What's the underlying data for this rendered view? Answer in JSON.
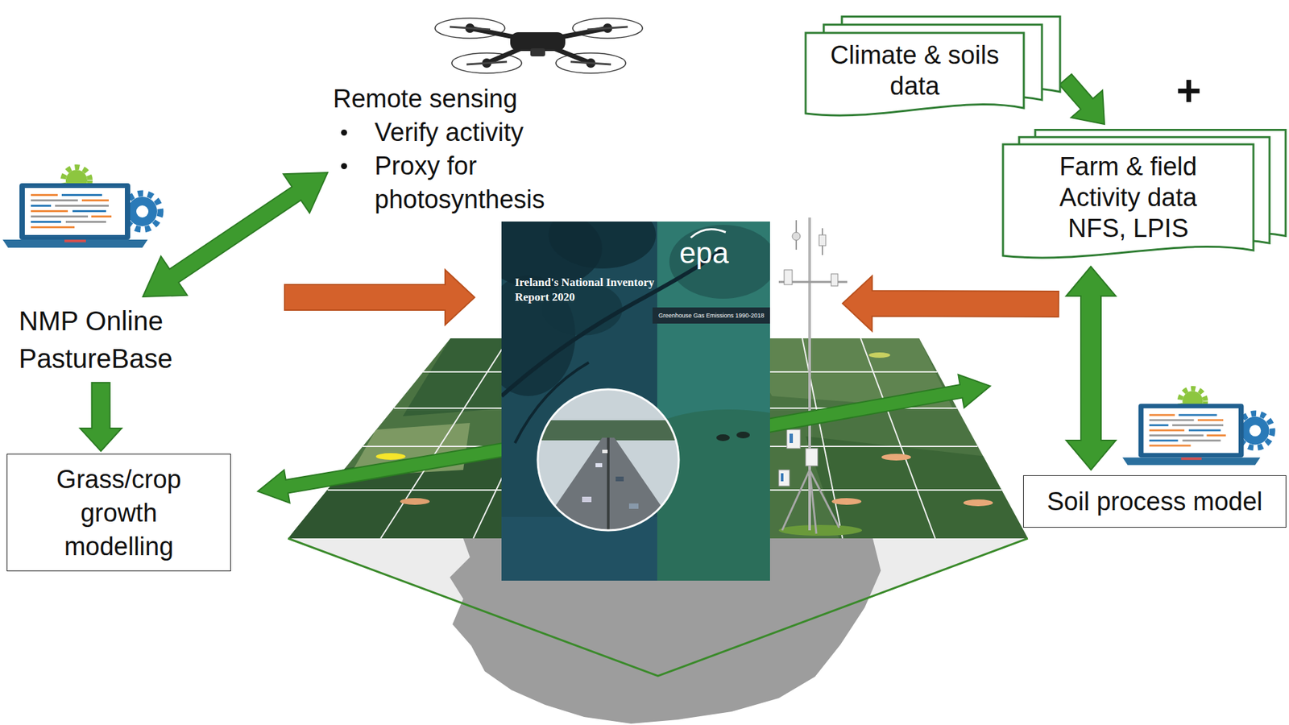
{
  "diagram": {
    "nodes": [
      {
        "text": [
          "Remote sensing",
          "Verify activity",
          "Proxy for photosynthesis"
        ]
      },
      {
        "text": [
          "Climate & soils data"
        ]
      },
      {
        "text": [
          "Farm & field Activity data",
          "NFS, LPIS"
        ]
      },
      {
        "text": [
          "NMP Online PastureBase"
        ]
      },
      {
        "text": [
          "Grass/crop growth modelling"
        ]
      },
      {
        "text": [
          "epa",
          "Ireland's National Inventory Report 2020",
          "Greenhouse Gas Emissions 1990-2018"
        ]
      },
      {
        "text": [
          "Soil process model"
        ]
      }
    ],
    "edges": [
      {
        "from": 3,
        "to": 0,
        "arrow": "both"
      },
      {
        "from": 1,
        "to": 2,
        "arrow": "to"
      },
      {
        "from": 3,
        "to": 4,
        "arrow": "to"
      },
      {
        "from": 2,
        "to": 6,
        "arrow": "both"
      },
      {
        "from": 3,
        "to": 5,
        "arrow": "to"
      },
      {
        "from": 2,
        "to": 5,
        "arrow": "to"
      },
      {
        "from": 5,
        "to": 4,
        "arrow": "to"
      },
      {
        "from": 5,
        "to": 6,
        "arrow": "to"
      }
    ],
    "labels": [
      "+"
    ]
  }
}
